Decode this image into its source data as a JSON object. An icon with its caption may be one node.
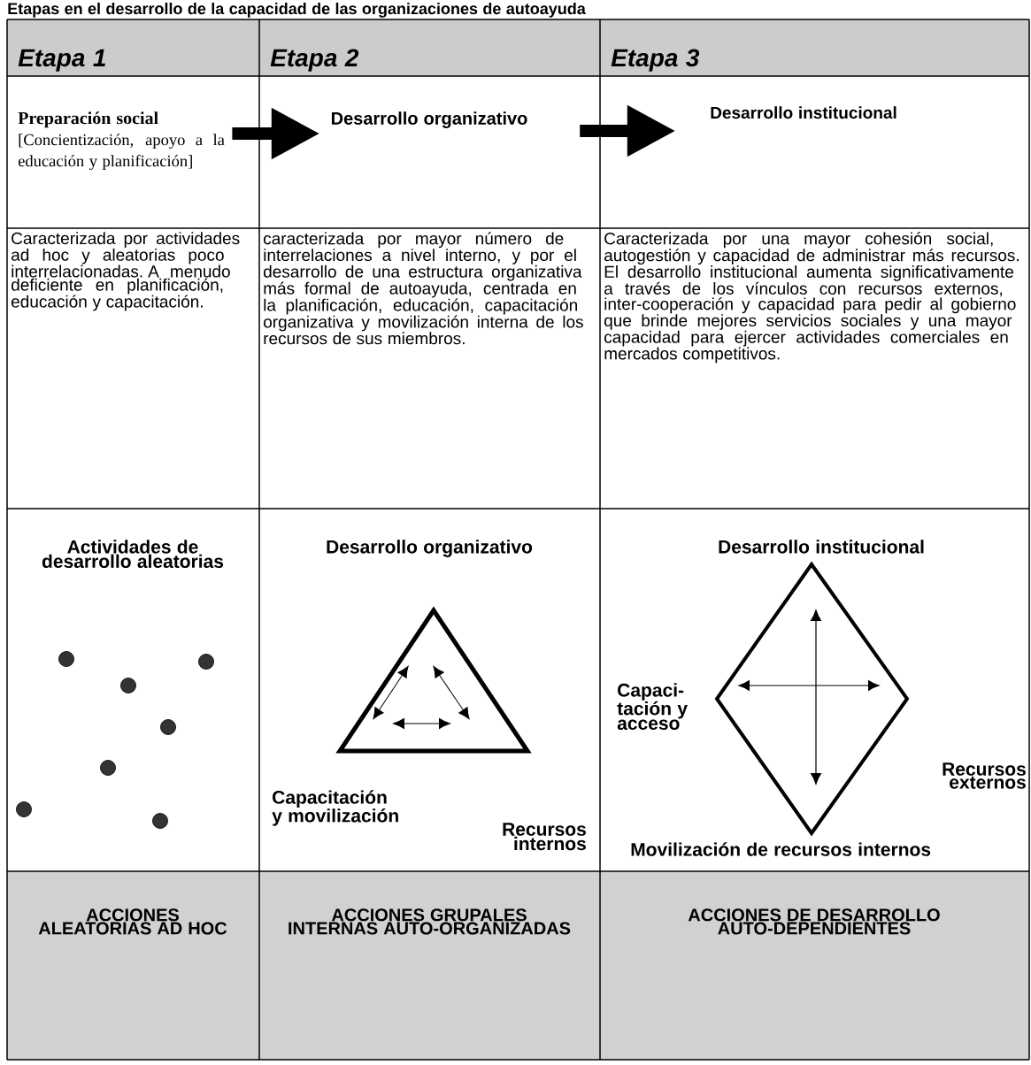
{
  "diagram": {
    "title": "Etapas en el desarrollo de la capacidad de las organizaciones de autoayuda",
    "nodes": [
      {
        "text": [
          "Preparación social",
          "[Concientización, apoyo a la educación y planificación]"
        ]
      },
      {
        "text": [
          "Desarrollo organizativo"
        ]
      },
      {
        "text": [
          "Desarrollo institucional"
        ]
      }
    ],
    "edges": [
      {
        "from": 0,
        "to": 1,
        "arrow": "to"
      },
      {
        "from": 1,
        "to": 2,
        "arrow": "to"
      }
    ],
    "labels": [
      "Etapa 1",
      "Etapa 2",
      "Etapa 3",
      "Caracterizada por actividades ad hoc y aleatorias poco interrelacionadas. A menudo deficiente en planificación, educación y capacitación.",
      "caracterizada por mayor número de interrelaciones a nivel interno, y por el desarrollo de una estructura organizativa más formal de autoayuda, centrada en la planificación, educación, capacitación organizativa y movilización interna de los recursos de sus miembros.",
      "Caracterizada por una mayor cohesión social, autogestión y capacidad de administrar más recursos. El desarrollo institucional aumenta significativamente a través de los vínculos con recursos externos, inter-cooperación y capacidad para pedir al gobierno que brinde mejores servicios sociales y una mayor capacidad para ejercer actividades comerciales en mercados competitivos.",
      "Actividades de desarrollo aleatorias",
      "Desarrollo organizativo",
      "Desarrollo institucional",
      "Capaci- tación y acceso",
      "Capacitación y movilización",
      "Recursos externos",
      "Recursos internos",
      "Movilización de recursos internos",
      "ACCIONES ALEATORIAS AD HOC",
      "ACCIONES GRUPALES INTERNAS AUTO-ORGANIZADAS",
      "ACCIONES DE DESARROLLO AUTO-DEPENDIENTES"
    ]
  }
}
